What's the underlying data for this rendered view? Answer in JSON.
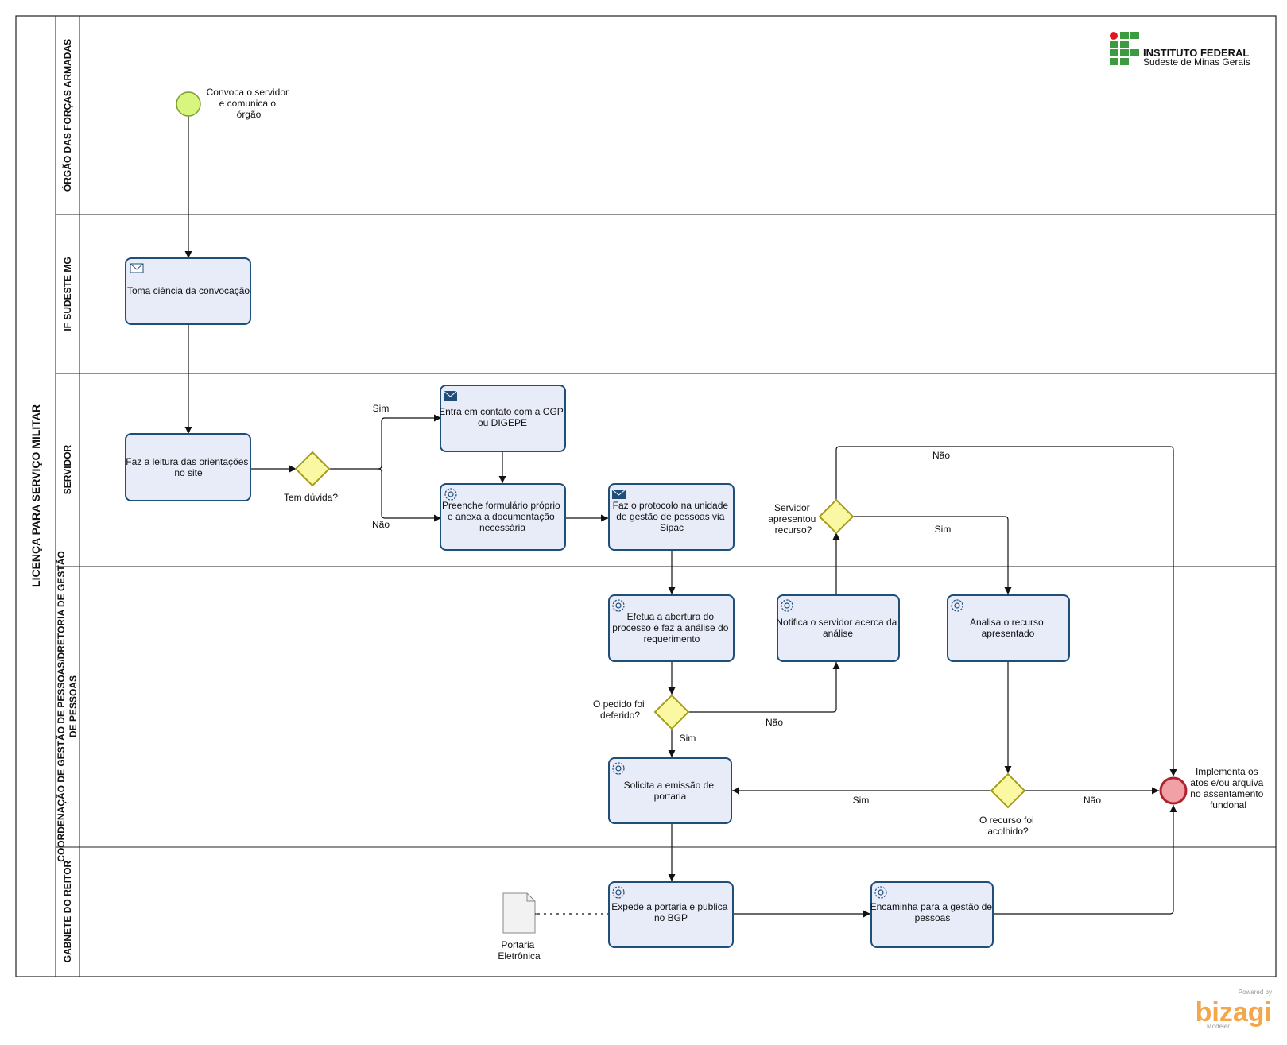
{
  "pool": {
    "title": "LICENÇA PARA SERVIÇO MILITAR"
  },
  "lanes": {
    "orgao": "ÓRGÃO DAS FORÇAS ARMADAS",
    "if": "IF SUDESTE MG",
    "servidor": "SERVIDOR",
    "cgp_line1": "COORDENAÇÃO DE GESTÃO DE PESSOAS/DRETORIA DE GESTÃO",
    "cgp_line2": "DE PESSOAS",
    "gabinete": "GABNETE DO REITOR"
  },
  "logo": {
    "title": "INSTITUTO FEDERAL",
    "subtitle": "Sudeste de Minas Gerais"
  },
  "events": {
    "start_label": [
      "Convoca o servidor",
      "e comunica o",
      "órgão"
    ],
    "end_label": [
      "Implementa os",
      "atos e/ou arquiva",
      "no assentamento",
      "fundonal"
    ]
  },
  "tasks": {
    "toma_ciencia": [
      "Toma ciência da convocação"
    ],
    "faz_leitura": [
      "Faz a leitura das orientações",
      "no site"
    ],
    "entra_contato": [
      "Entra em contato com a CGP",
      "ou DIGEPE"
    ],
    "preenche": [
      "Preenche formulário próprio",
      "e anexa a documentação",
      "necessária"
    ],
    "faz_protocolo": [
      "Faz o protocolo na unidade",
      "de gestão de pessoas via",
      "Sipac"
    ],
    "efetua_abertura": [
      "Efetua a abertura do",
      "processo e faz a análise do",
      "requerimento"
    ],
    "notifica": [
      "Notifica o servidor acerca da",
      "análise"
    ],
    "analisa_recurso": [
      "Analisa o recurso",
      "apresentado"
    ],
    "solicita": [
      "Solicita a emissão de",
      "portaria"
    ],
    "expede": [
      "Expede a portaria e publica",
      "no BGP"
    ],
    "encaminha": [
      "Encaminha para a gestão de",
      "pessoas"
    ]
  },
  "gateways": {
    "tem_duvida": [
      "Tem dúvida?"
    ],
    "servidor_recurso": [
      "Servidor",
      "apresentou",
      "recurso?"
    ],
    "pedido_deferido": [
      "O pedido foi",
      "deferido?"
    ],
    "recurso_acolhido": [
      "O recurso foi",
      "acolhido?"
    ]
  },
  "flow_labels": {
    "sim": "Sim",
    "nao": "Não"
  },
  "artifact": {
    "document": [
      "Portaria",
      "Eletrônica"
    ]
  },
  "branding": {
    "powered_by": "Powered by",
    "name": "bizagi",
    "product": "Modeler"
  },
  "colors": {
    "task_fill": "#e8ecf9",
    "task_stroke": "#1f4e79",
    "gateway_fill": "#fbf8a4",
    "gateway_stroke": "#a89d1a",
    "start_fill": "#d7f57f",
    "end_fill": "#f1a0a6",
    "line": "#111111"
  }
}
